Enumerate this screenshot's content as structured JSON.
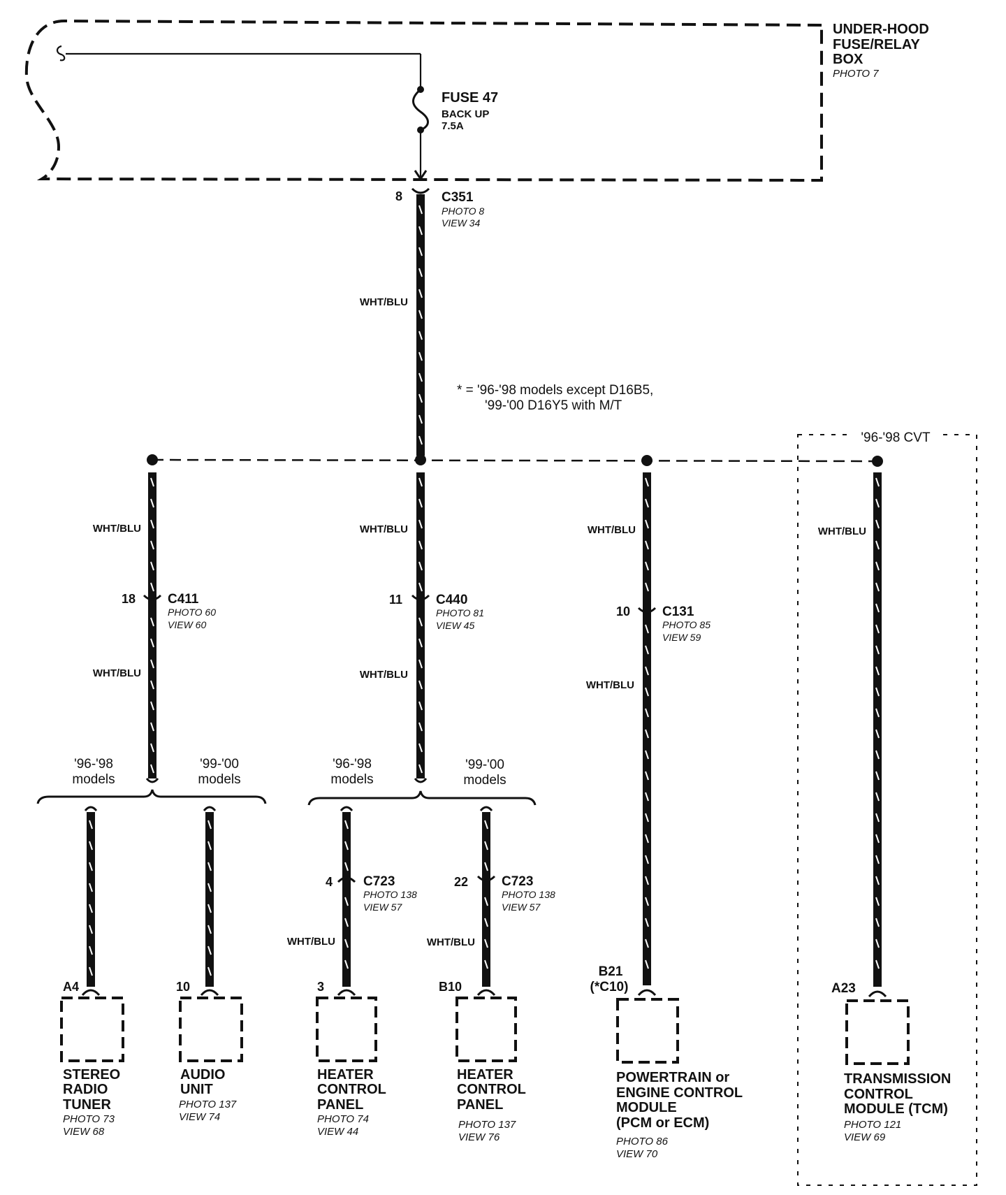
{
  "fuse_box": {
    "title_lines": [
      "UNDER-HOOD",
      "FUSE/RELAY",
      "BOX"
    ],
    "photo": "PHOTO 7"
  },
  "fuse": {
    "name": "FUSE 47",
    "desc": "BACK UP",
    "rating": "7.5A"
  },
  "connectors": {
    "c351": {
      "pin": "8",
      "name": "C351",
      "photo": "PHOTO 8",
      "view": "VIEW 34"
    },
    "c411": {
      "pin": "18",
      "name": "C411",
      "photo": "PHOTO 60",
      "view": "VIEW 60"
    },
    "c440": {
      "pin": "11",
      "name": "C440",
      "photo": "PHOTO 81",
      "view": "VIEW 45"
    },
    "c131": {
      "pin": "10",
      "name": "C131",
      "photo": "PHOTO 85",
      "view": "VIEW 59"
    },
    "c723a": {
      "pin": "4",
      "name": "C723",
      "photo": "PHOTO 138",
      "view": "VIEW 57"
    },
    "c723b": {
      "pin": "22",
      "name": "C723",
      "photo": "PHOTO 138",
      "view": "VIEW 57"
    }
  },
  "wire_color": "WHT/BLU",
  "footnote": [
    "* = '96-'98 models except D16B5,",
    "'99-'00 D16Y5 with M/T"
  ],
  "cvt_label": "'96-'98 CVT",
  "model_labels": {
    "left_a": [
      "'96-'98",
      "models"
    ],
    "left_b": [
      "'99-'00",
      "models"
    ],
    "mid_a": [
      "'96-'98",
      "models"
    ],
    "mid_b": [
      "'99-'00",
      "models"
    ]
  },
  "components": {
    "stereo": {
      "pin": "A4",
      "name_lines": [
        "STEREO",
        "RADIO",
        "TUNER"
      ],
      "photo": "PHOTO 73",
      "view": "VIEW 68"
    },
    "audio": {
      "pin": "10",
      "name_lines": [
        "AUDIO",
        "UNIT"
      ],
      "photo": "PHOTO 137",
      "view": "VIEW 74"
    },
    "heater1": {
      "pin": "3",
      "name_lines": [
        "HEATER",
        "CONTROL",
        "PANEL"
      ],
      "photo": "PHOTO 74",
      "view": "VIEW 44"
    },
    "heater2": {
      "pin": "B10",
      "name_lines": [
        "HEATER",
        "CONTROL",
        "PANEL"
      ],
      "photo": "PHOTO 137",
      "view": "VIEW 76"
    },
    "pcm": {
      "pin_lines": [
        "B21",
        "(*C10)"
      ],
      "name_lines": [
        "POWERTRAIN or",
        "ENGINE CONTROL",
        "MODULE",
        "(PCM or ECM)"
      ],
      "photo": "PHOTO 86",
      "view": "VIEW 70"
    },
    "tcm": {
      "pin": "A23",
      "name_lines": [
        "TRANSMISSION",
        "CONTROL",
        "MODULE (TCM)"
      ],
      "photo": "PHOTO 121",
      "view": "VIEW 69"
    }
  }
}
